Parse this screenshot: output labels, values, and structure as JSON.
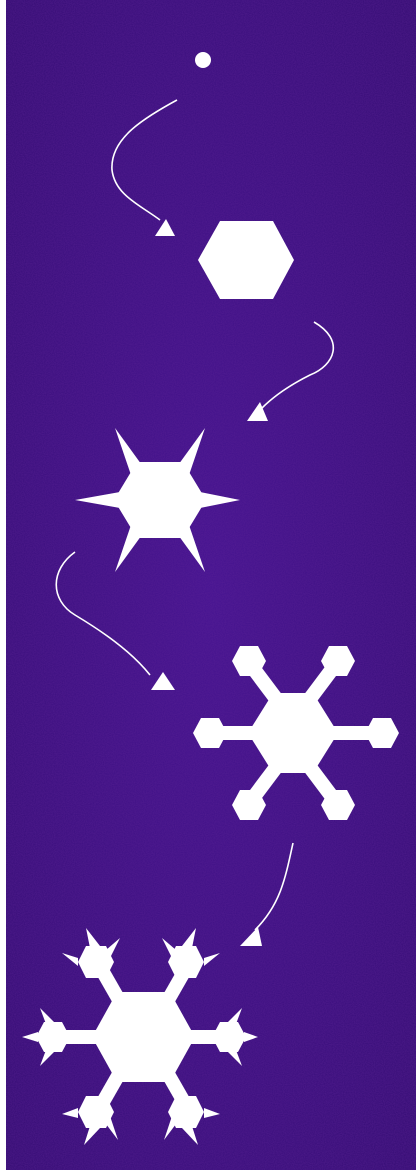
{
  "diagram": {
    "stages": [
      {
        "id": "seed",
        "label": ""
      },
      {
        "id": "hexagonal-plate",
        "label": ""
      },
      {
        "id": "spiked-plate",
        "label": ""
      },
      {
        "id": "sectored-plate",
        "label": ""
      },
      {
        "id": "branched-star",
        "label": ""
      }
    ],
    "colors": {
      "background": "#3d0f82",
      "background_dark": "#2a0862",
      "crystal": "#ffffff",
      "arrow": "#ffffff"
    }
  }
}
